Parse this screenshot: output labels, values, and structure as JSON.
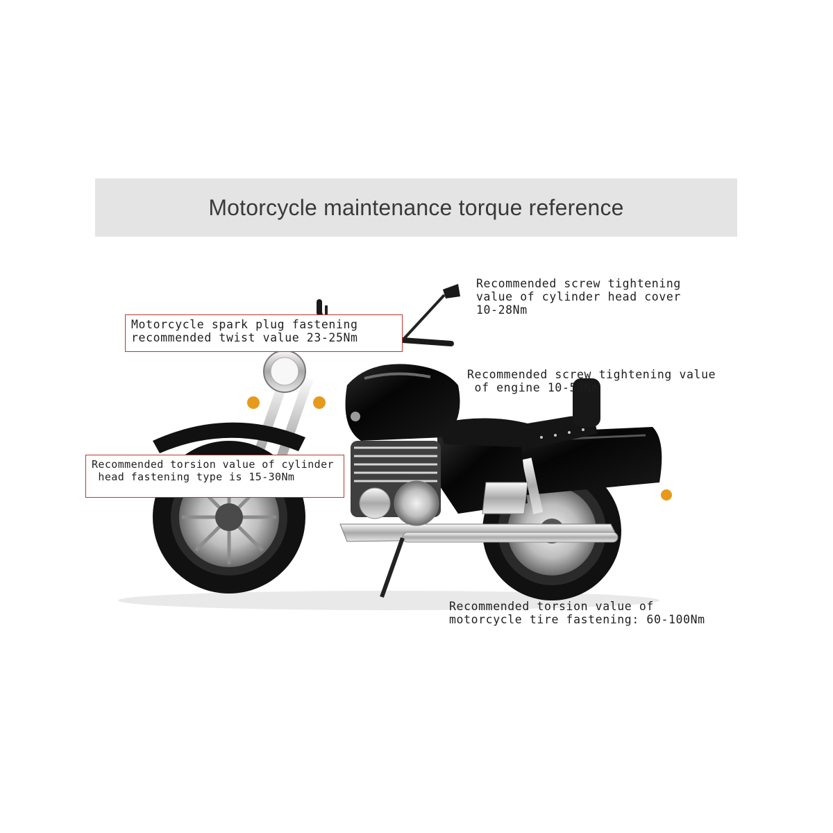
{
  "title": "Motorcycle maintenance torque reference",
  "annotations": {
    "cylinder_head_cover": "Recommended screw tightening\nvalue of cylinder head cover\n10-28Nm",
    "engine": "Recommended screw tightening value\n of engine 10-50Nm",
    "spark_plug": "Motorcycle spark plug fastening\nrecommended twist value 23-25Nm",
    "cylinder_head": "Recommended torsion value of cylinder\n head fastening type is 15-30Nm",
    "tire": "Recommended torsion value of\nmotorcycle tire fastening: 60-100Nm"
  },
  "colors": {
    "title_background": "#e4e4e4",
    "callout_border": "#c0332f",
    "tank_paint": "#0b0b0b",
    "turn_signal": "#e79a1a"
  }
}
